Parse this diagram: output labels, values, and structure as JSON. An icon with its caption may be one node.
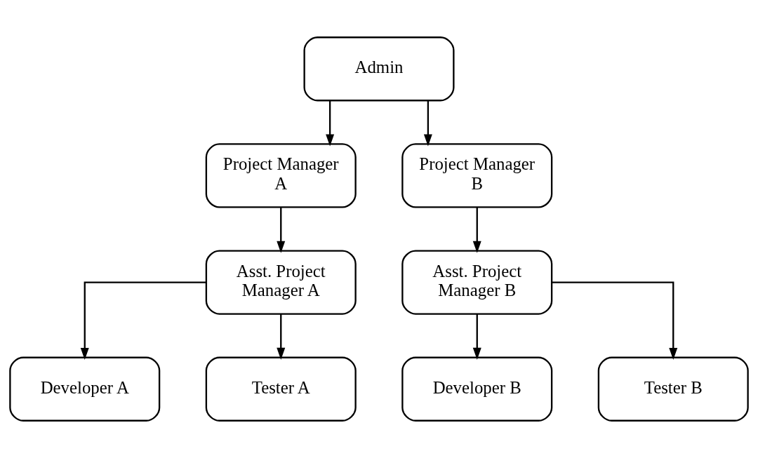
{
  "diagram": {
    "nodes": [
      {
        "text": [
          "Admin"
        ]
      },
      {
        "text": [
          "Project Manager A"
        ]
      },
      {
        "text": [
          "Project Manager B"
        ]
      },
      {
        "text": [
          "Asst. Project Manager A"
        ]
      },
      {
        "text": [
          "Asst. Project Manager B"
        ]
      },
      {
        "text": [
          "Developer A"
        ]
      },
      {
        "text": [
          "Tester A"
        ]
      },
      {
        "text": [
          "Developer B"
        ]
      },
      {
        "text": [
          "Tester B"
        ]
      }
    ],
    "edges": [
      {
        "from": 0,
        "to": 1,
        "arrow": "to"
      },
      {
        "from": 0,
        "to": 2,
        "arrow": "to"
      },
      {
        "from": 1,
        "to": 3,
        "arrow": "to"
      },
      {
        "from": 2,
        "to": 4,
        "arrow": "to"
      },
      {
        "from": 3,
        "to": 5,
        "arrow": "to"
      },
      {
        "from": 3,
        "to": 6,
        "arrow": "to"
      },
      {
        "from": 4,
        "to": 7,
        "arrow": "to"
      },
      {
        "from": 4,
        "to": 8,
        "arrow": "to"
      }
    ]
  }
}
